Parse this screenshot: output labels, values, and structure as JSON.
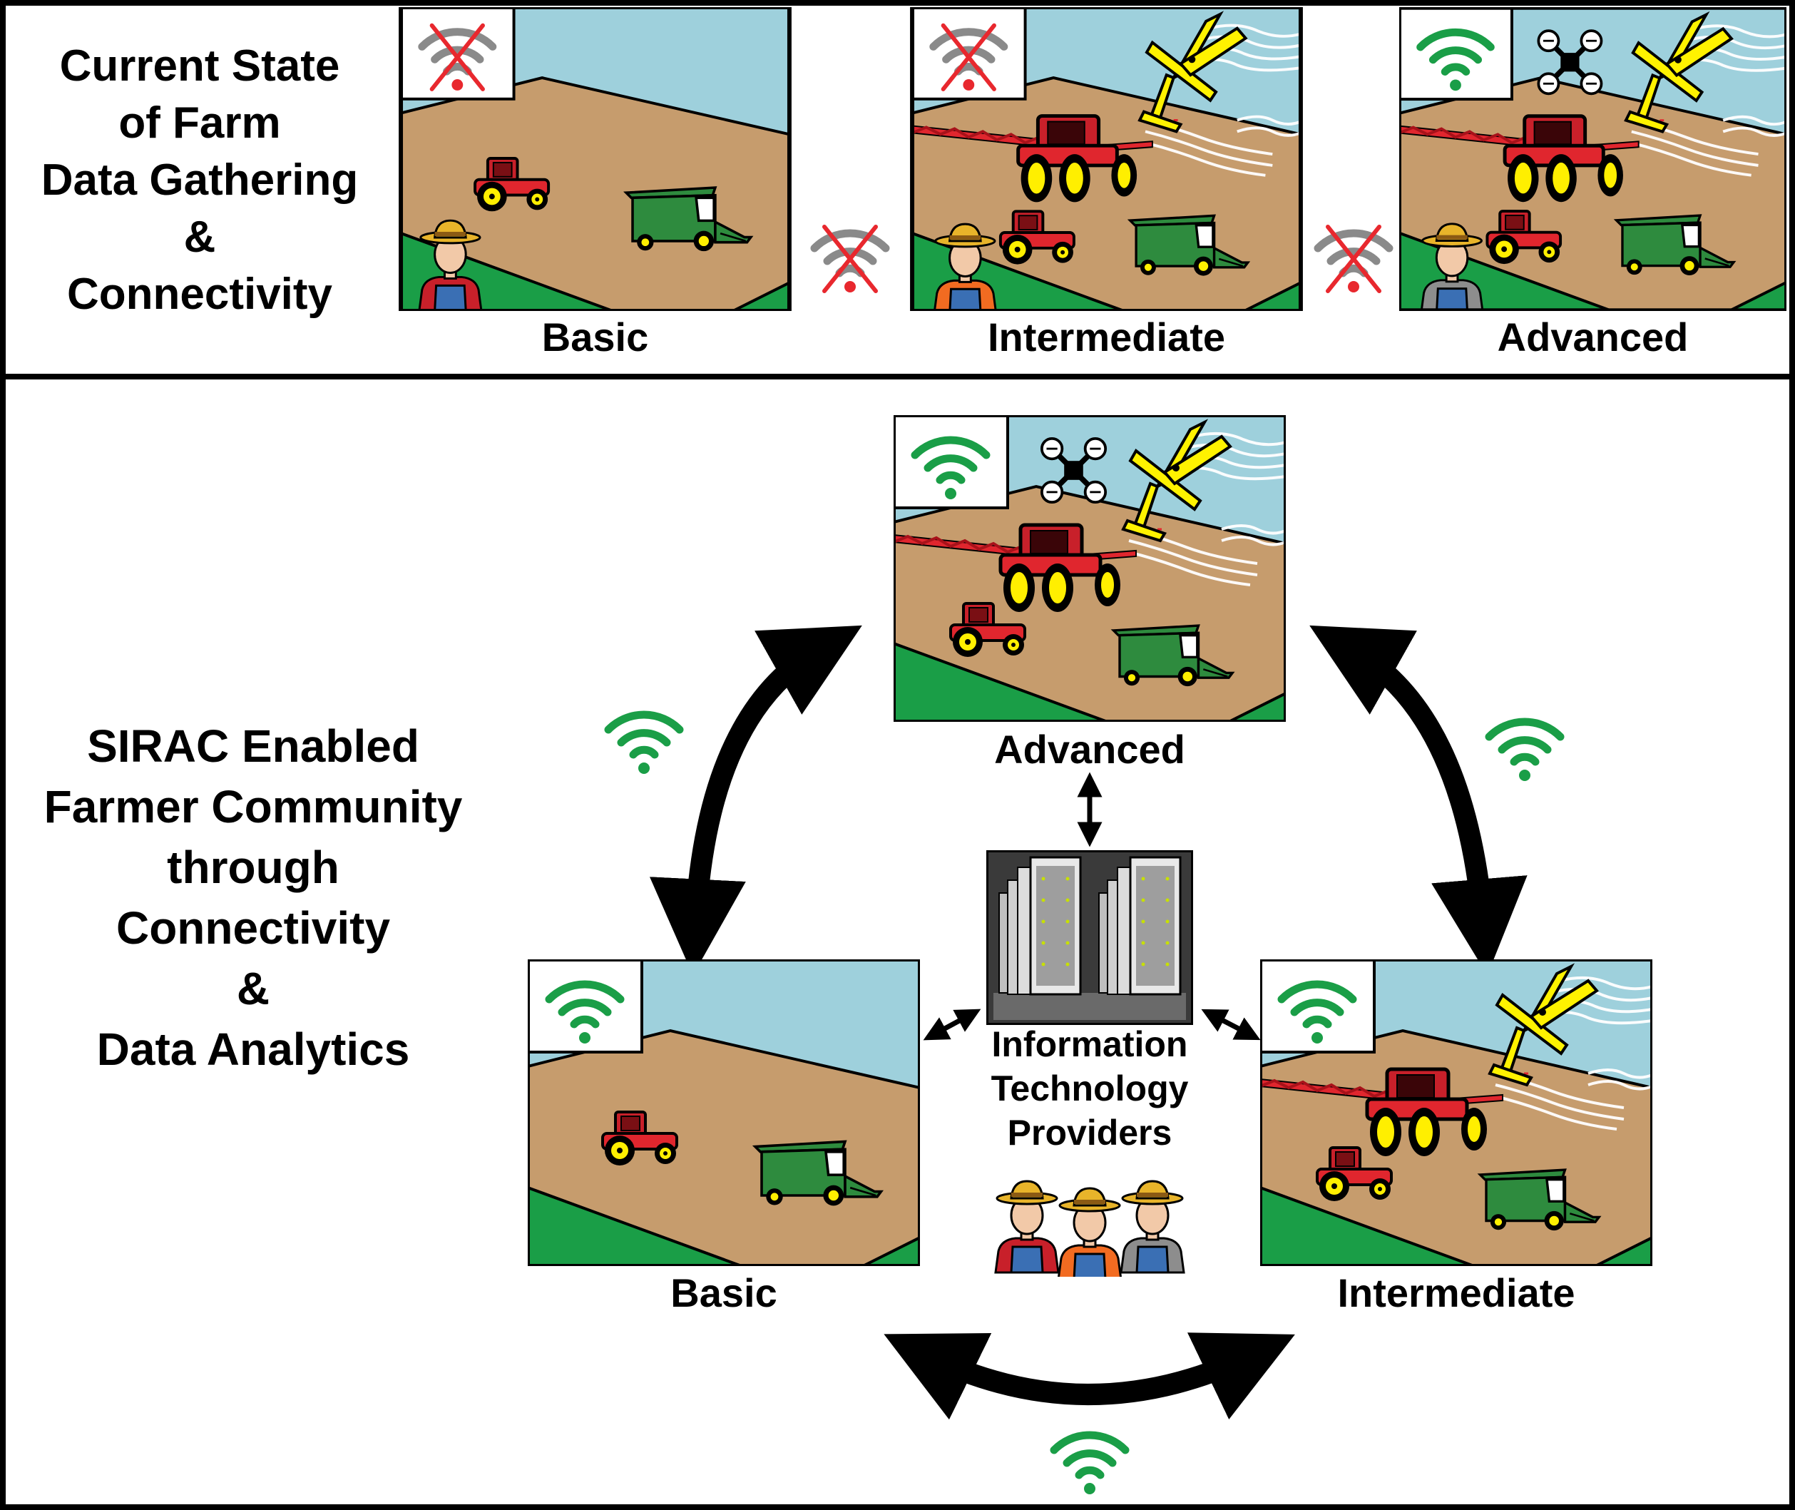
{
  "top_section": {
    "title_lines": [
      "Current State",
      "of Farm",
      "Data Gathering",
      "&",
      "Connectivity"
    ],
    "scenes": [
      {
        "level": "Basic",
        "connected": false
      },
      {
        "level": "Intermediate",
        "connected": false
      },
      {
        "level": "Advanced",
        "connected": true
      }
    ],
    "labels": {
      "basic": "Basic",
      "intermediate": "Intermediate",
      "advanced": "Advanced"
    }
  },
  "bottom_section": {
    "title_lines": [
      "SIRAC Enabled",
      "Farmer Community",
      "through",
      "Connectivity",
      "&",
      "Data Analytics"
    ],
    "labels": {
      "advanced": "Advanced",
      "basic": "Basic",
      "intermediate": "Intermediate"
    },
    "center": {
      "lines": [
        "Information",
        "Technology",
        "Providers"
      ]
    }
  },
  "icons": {
    "wifi_connected": "wifi-icon",
    "wifi_disconnected": "wifi-off-icon",
    "drone": "drone-icon",
    "plane": "crop-duster-icon",
    "tractor": "tractor-icon",
    "combine": "combine-harvester-icon",
    "sprayer": "sprayer-icon",
    "farmer": "farmer-icon",
    "servers": "server-rack-icon"
  },
  "colors": {
    "sky": "#9ed0dc",
    "soil": "#c69c6d",
    "grass": "#1a9e47",
    "wifi_green": "#1a9e47",
    "wifi_grey": "#8a8a8a",
    "cross_red": "#e8282e",
    "tractor_red": "#e0262e",
    "wheel_yellow": "#ffef00",
    "combine_green": "#2e8b3e",
    "plane_yellow": "#fff200"
  }
}
